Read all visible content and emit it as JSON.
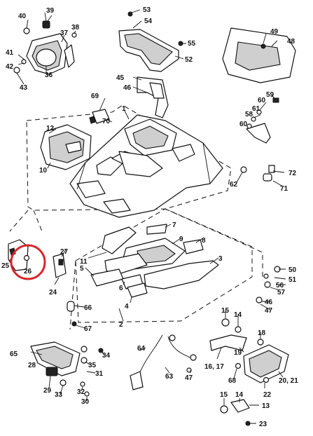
{
  "diagram": {
    "highlight_color": "#d8262b",
    "highlighted_part": "26",
    "callouts": [
      "40",
      "39",
      "43",
      "41",
      "37",
      "38",
      "36",
      "42",
      "53",
      "54",
      "55",
      "52",
      "45",
      "46",
      "49",
      "48",
      "69",
      "70",
      "1",
      "60",
      "59",
      "61",
      "58",
      "12",
      "10",
      "72",
      "71",
      "62",
      "7",
      "9",
      "8",
      "3",
      "11",
      "27",
      "25",
      "26",
      "24",
      "5",
      "6",
      "4",
      "2",
      "50",
      "51",
      "56",
      "57",
      "46b",
      "47",
      "66",
      "67",
      "15",
      "14",
      "18",
      "19",
      "16, 17",
      "64",
      "65",
      "34",
      "28",
      "35",
      "31",
      "29",
      "33",
      "32",
      "30",
      "63",
      "47b",
      "68",
      "20, 21",
      "22",
      "13",
      "23",
      "15b",
      "14b"
    ],
    "labels": {
      "40": "40",
      "39": "39",
      "43": "43",
      "41": "41",
      "37": "37",
      "38": "38",
      "36": "36",
      "42": "42",
      "53": "53",
      "54": "54",
      "55": "55",
      "52": "52",
      "45": "45",
      "46": "46",
      "49": "49",
      "48": "48",
      "69": "69",
      "70": "70",
      "1": "1",
      "60": "60",
      "59": "59",
      "61": "61",
      "58": "58",
      "60b": "60",
      "12": "12",
      "10": "10",
      "72": "72",
      "71": "71",
      "62": "62",
      "7": "7",
      "9": "9",
      "8": "8",
      "3": "3",
      "11": "11",
      "27": "27",
      "25": "25",
      "26": "26",
      "24": "24",
      "5": "5",
      "6": "6",
      "4": "4",
      "2": "2",
      "50": "50",
      "51": "51",
      "56": "56",
      "57": "57",
      "46b": "46",
      "47": "47",
      "66": "66",
      "67": "67",
      "15": "15",
      "14": "14",
      "18": "18",
      "19": "19",
      "16_17": "16, 17",
      "64": "64",
      "65": "65",
      "34": "34",
      "28": "28",
      "35": "35",
      "31": "31",
      "29": "29",
      "33": "33",
      "32": "32",
      "30": "30",
      "63": "63",
      "47b": "47",
      "68": "68",
      "20_21": "20, 21",
      "22": "22",
      "13": "13",
      "23": "23",
      "15b": "15",
      "14b": "14"
    }
  }
}
